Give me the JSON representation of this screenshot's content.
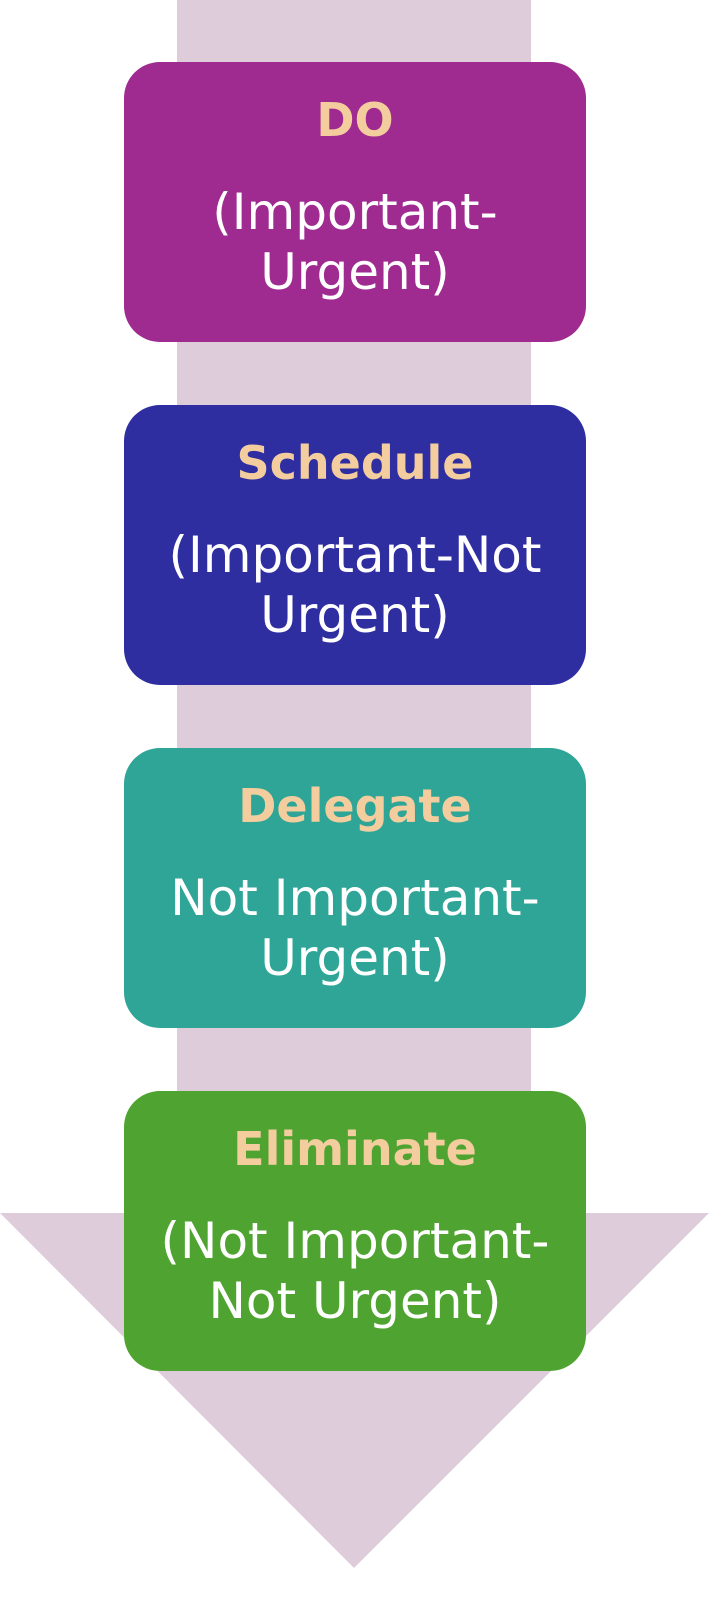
{
  "colors": {
    "arrow": "#dfccdb",
    "title": "#f4cd9e",
    "subtitle": "#ffffff"
  },
  "steps": [
    {
      "title": "DO",
      "subtitle": "(Important-Urgent)",
      "color": "#9f2b91"
    },
    {
      "title": "Schedule",
      "subtitle": "(Important-Not Urgent)",
      "color": "#2f2ea1"
    },
    {
      "title": "Delegate",
      "subtitle": "Not Important-Urgent)",
      "color": "#2ea596"
    },
    {
      "title": "Eliminate",
      "subtitle": "(Not Important-Not Urgent)",
      "color": "#4fa431"
    }
  ]
}
